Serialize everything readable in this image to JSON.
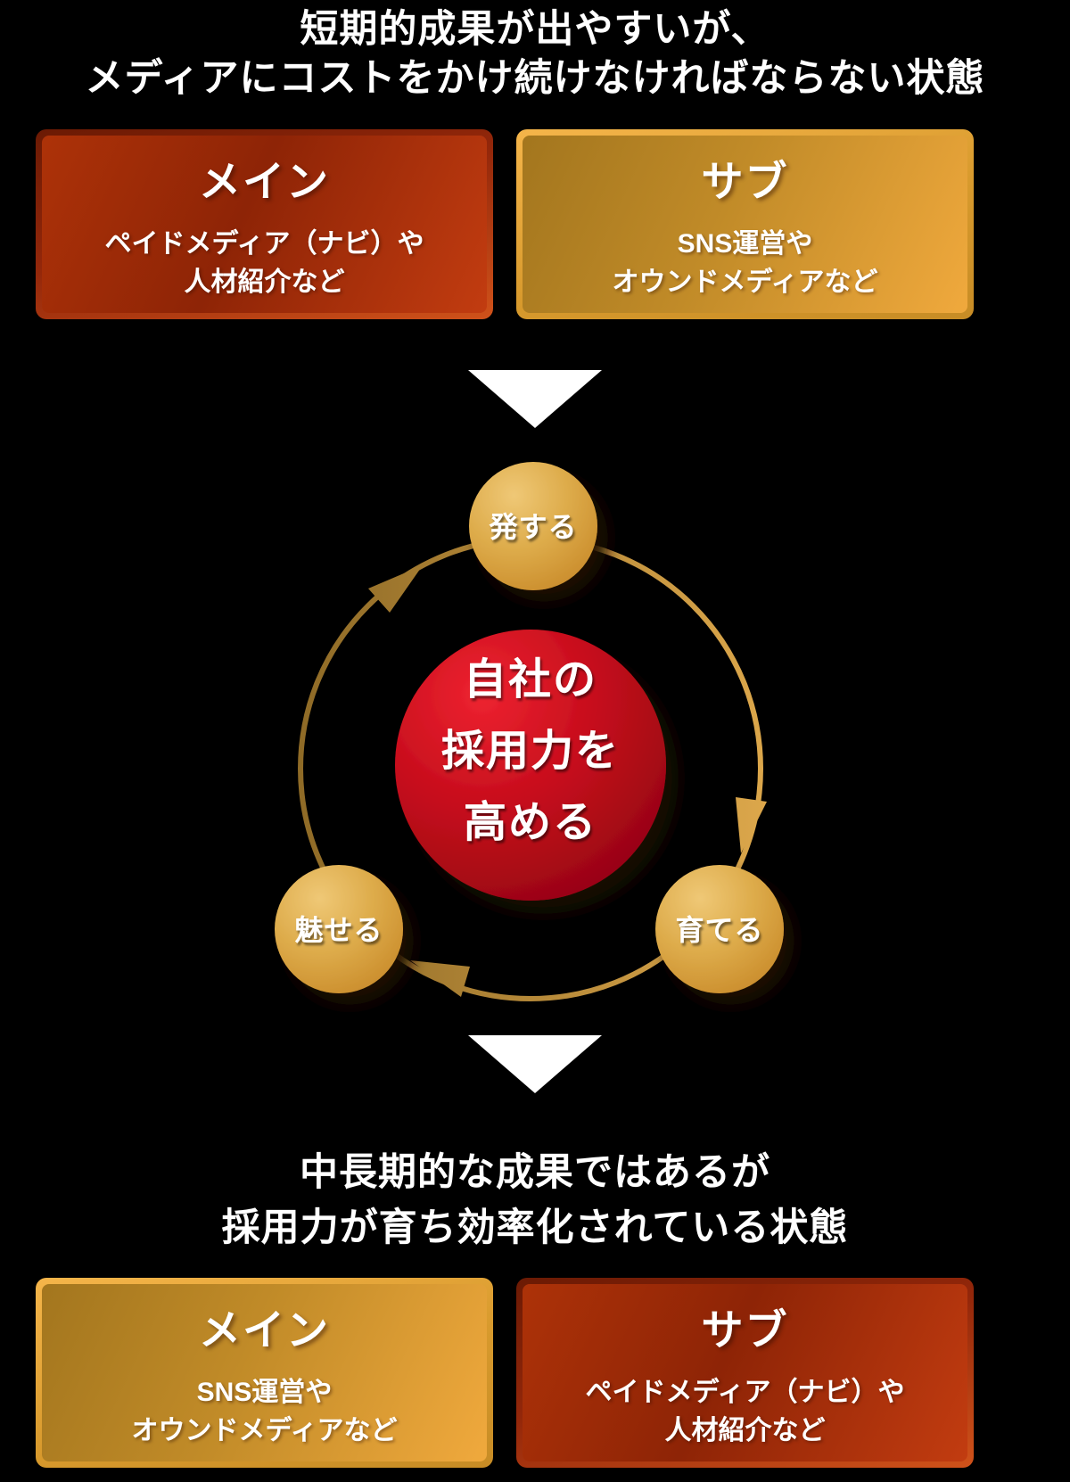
{
  "top_section": {
    "heading_lines": [
      "短期的成果が出やすいが、",
      "メディアにコストをかけ続けなければならない状態"
    ],
    "boxes": [
      {
        "variant": "red",
        "title": "メイン",
        "body_lines": [
          "ペイドメディア（ナビ）や",
          "人材紹介など"
        ]
      },
      {
        "variant": "gold",
        "title": "サブ",
        "body_lines": [
          "SNS運営や",
          "オウンドメディアなど"
        ]
      }
    ]
  },
  "cycle": {
    "center_lines": [
      "自社の",
      "採用力を",
      "高める"
    ],
    "nodes": [
      {
        "label": "発する"
      },
      {
        "label": "育てる"
      },
      {
        "label": "魅せる"
      }
    ],
    "direction": "clockwise"
  },
  "bottom_section": {
    "heading_lines": [
      "中長期的な成果ではあるが",
      "採用力が育ち効率化されている状態"
    ],
    "boxes": [
      {
        "variant": "gold",
        "title": "メイン",
        "body_lines": [
          "SNS運営や",
          "オウンドメディアなど"
        ]
      },
      {
        "variant": "red",
        "title": "サブ",
        "body_lines": [
          "ペイドメディア（ナビ）や",
          "人材紹介など"
        ]
      }
    ]
  },
  "colors": {
    "background": "#000000",
    "text": "#ffffff",
    "red_box": "#b23408",
    "gold_box": "#d99a31",
    "center_circle": "#c00d1c",
    "node_circle": "#d6a13c",
    "ring_arrow": "#c8922f",
    "down_arrow": "#ffffff"
  }
}
